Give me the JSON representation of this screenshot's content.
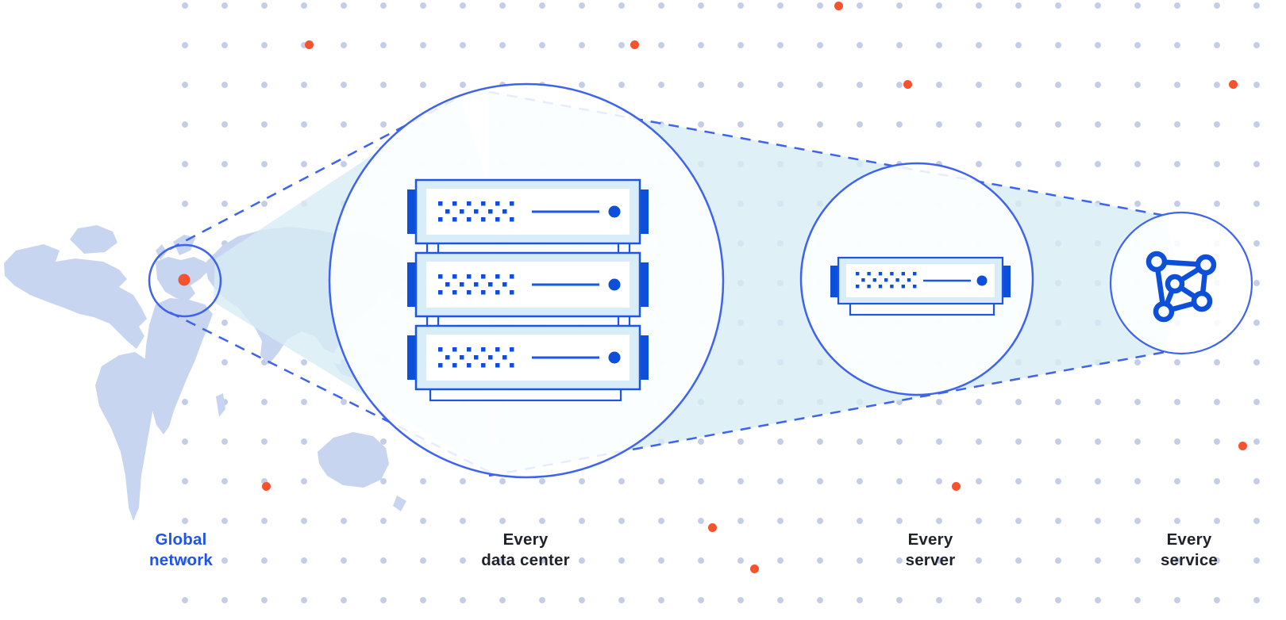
{
  "figure": {
    "type": "zoom-progression-diagram",
    "stages": [
      {
        "name": "global-network",
        "icon": "world-map-with-location-marker",
        "label_line1": "Global",
        "label_line2": "network"
      },
      {
        "name": "every-data-center",
        "icon": "server-rack-3-units",
        "label_line1": "Every",
        "label_line2": "data center"
      },
      {
        "name": "every-server",
        "icon": "server-single-unit",
        "label_line1": "Every",
        "label_line2": "server"
      },
      {
        "name": "every-service",
        "icon": "network-mesh",
        "label_line1": "Every",
        "label_line2": "service"
      }
    ]
  },
  "colors": {
    "accent_blue": "#1f55e6",
    "stroke_blue": "#3e63ec",
    "dark_blue": "#0c4fd8",
    "unit_border": "#1a56e8",
    "light_cyan": "#d8edf8",
    "beam_cyan": "#d7ecf4",
    "map_fill": "#c8d5f0",
    "grid_dot": "#c4cde7",
    "orange": "#f5522d",
    "label_dark": "#1f2229"
  }
}
